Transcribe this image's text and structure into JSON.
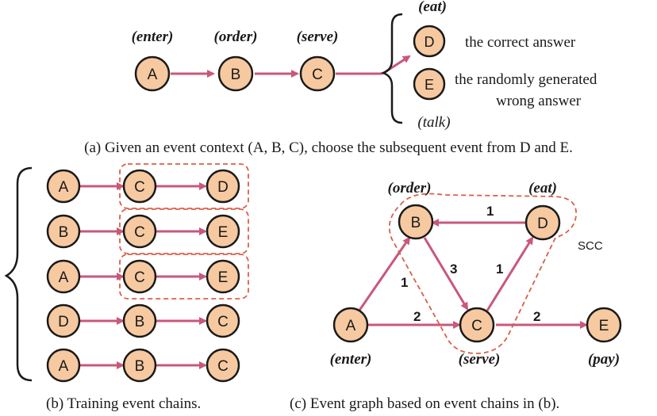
{
  "colors": {
    "node_fill": "#F6C9A0",
    "node_stroke": "#1a1a1a",
    "edge": "#C9587A",
    "dashed_box": "#D9604A",
    "text": "#1a1a1a"
  },
  "part_a": {
    "labels": {
      "enter": "(enter)",
      "order": "(order)",
      "serve": "(serve)",
      "eat": "(eat)",
      "talk": "(talk)"
    },
    "nodes": {
      "A": "A",
      "B": "B",
      "C": "C",
      "D": "D",
      "E": "E"
    },
    "answer_d": "the correct answer",
    "answer_e_line1": "the randomly generated",
    "answer_e_line2": "wrong answer",
    "caption": "(a) Given an event context (A, B, C), choose the subsequent event from D and E."
  },
  "part_b": {
    "chains": [
      [
        "A",
        "C",
        "D"
      ],
      [
        "B",
        "C",
        "E"
      ],
      [
        "A",
        "C",
        "E"
      ],
      [
        "D",
        "B",
        "C"
      ],
      [
        "A",
        "B",
        "C"
      ]
    ],
    "caption": "(b) Training event chains."
  },
  "part_c": {
    "nodes": {
      "A": "A",
      "B": "B",
      "C": "C",
      "D": "D",
      "E": "E"
    },
    "labels": {
      "order": "(order)",
      "eat": "(eat)",
      "enter": "(enter)",
      "serve": "(serve)",
      "pay": "(pay)"
    },
    "edge_weights": {
      "D_B": "1",
      "B_C": "3",
      "C_D": "1",
      "A_B": "1",
      "A_C": "2",
      "C_E": "2"
    },
    "scc_label": "SCC",
    "caption": "(c) Event graph based on event chains in (b)."
  }
}
